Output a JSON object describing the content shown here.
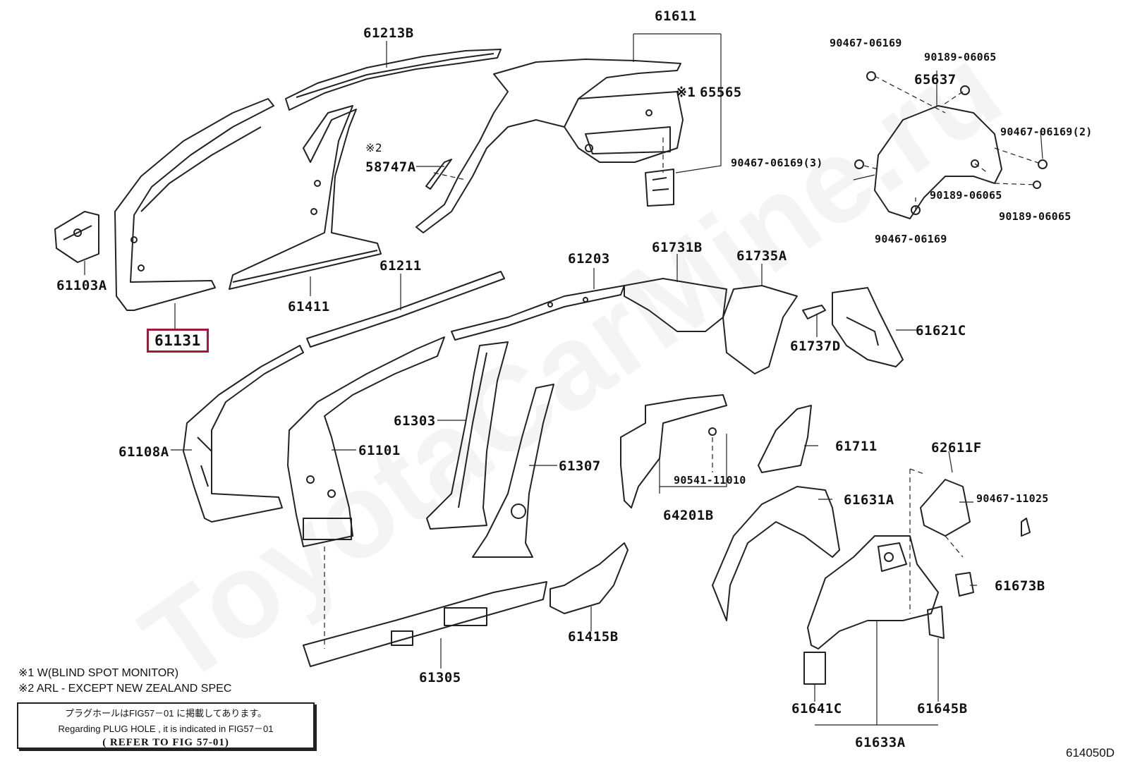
{
  "watermark": "ToyotaCarMine.ru",
  "parts": {
    "p61213B": "61213B",
    "p61611": "61611",
    "p65565_mark": "※1",
    "p65565": "65565",
    "p58747A_mark": "※2",
    "p58747A": "58747A",
    "p61103A": "61103A",
    "p61131": "61131",
    "p61411": "61411",
    "p61211": "61211",
    "p61203": "61203",
    "p61731B": "61731B",
    "p61735A": "61735A",
    "p61737D": "61737D",
    "p61621C": "61621C",
    "p61108A": "61108A",
    "p61101": "61101",
    "p61303": "61303",
    "p61307": "61307",
    "p64201B": "64201B",
    "p90541_11010": "90541-11010",
    "p61711": "61711",
    "p62611F": "62611F",
    "p90467_11025": "90467-11025",
    "p61631A": "61631A",
    "p61673B": "61673B",
    "p61415B": "61415B",
    "p61305": "61305",
    "p61641C": "61641C",
    "p61645B": "61645B",
    "p61633A": "61633A",
    "p90467_06169_top": "90467-06169",
    "p90189_06065_top": "90189-06065",
    "p65637": "65637",
    "p90467_06169_2": "90467-06169(2)",
    "p90467_06169_3": "90467-06169(3)",
    "p90189_06065_mid": "90189-06065",
    "p90189_06065_right": "90189-06065",
    "p90467_06169_bottom": "90467-06169"
  },
  "notes": {
    "n1": "※1 W(BLIND SPOT MONITOR)",
    "n2": "※2 ARL - EXCEPT NEW ZEALAND SPEC"
  },
  "reference": {
    "japanese": "プラグホールはFIG57－01 に掲載してあります。",
    "english": "Regarding  PLUG HOLE , it is  indicated  in  FIG57－01",
    "refer": "( REFER TO FIG 57-01)"
  },
  "figure_code": "614050D",
  "highlight_color": "#a01a3a"
}
